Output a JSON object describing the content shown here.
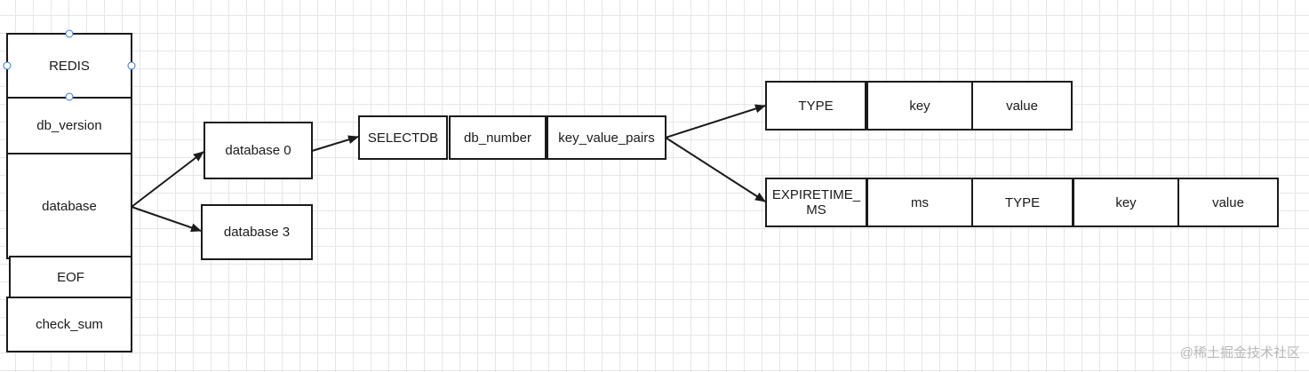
{
  "stack": {
    "redis": "REDIS",
    "db_version": "db_version",
    "database": "database",
    "eof": "EOF",
    "check_sum": "check_sum"
  },
  "databases": {
    "db0": "database 0",
    "db3": "database 3"
  },
  "db_row": {
    "selectdb": "SELECTDB",
    "db_number": "db_number",
    "key_value_pairs": "key_value_pairs"
  },
  "pair_row": {
    "type": "TYPE",
    "key": "key",
    "value": "value"
  },
  "expire_row": {
    "expiretime": "EXPIRETIME_\nMS",
    "ms": "ms",
    "type": "TYPE",
    "key": "key",
    "value": "value"
  },
  "watermark": "@稀土掘金技术社区",
  "colors": {
    "stroke": "#1a1a1a",
    "grid": "#e6e6e6",
    "selection_handle": "#2b7bd6",
    "watermark": "#b8b8b8"
  }
}
